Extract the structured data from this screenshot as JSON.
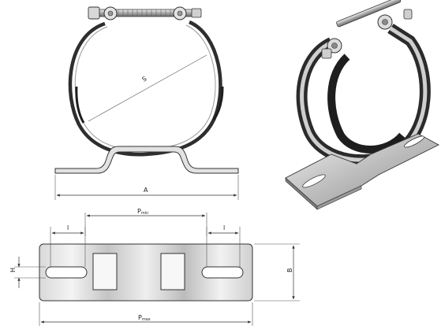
{
  "labels": {
    "s": "S",
    "a": "A",
    "p_min_main": "P",
    "p_min_sub": "min",
    "l_left": "l",
    "l_right": "l",
    "h": "H",
    "b": "B",
    "p_max_main": "P",
    "p_max_sub": "max"
  },
  "colors": {
    "line": "#333333",
    "band": "#3a3a3a",
    "steel_light": "#e6e6e6",
    "steel_mid": "#bdbdbd",
    "steel_dark": "#8a8a8a",
    "rubber": "#2b2b2b"
  }
}
